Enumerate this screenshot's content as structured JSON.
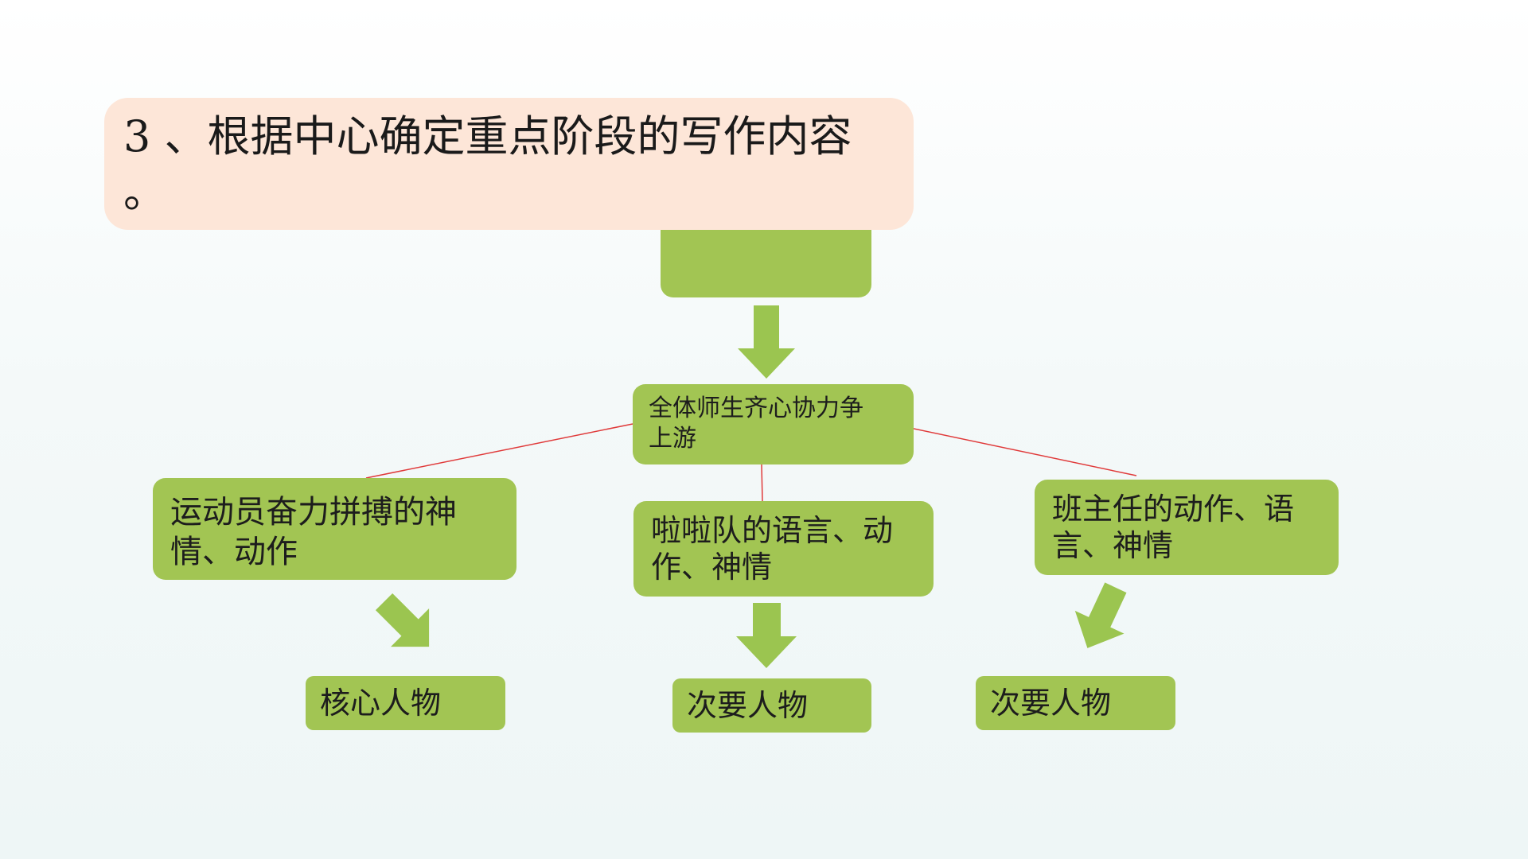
{
  "slide": {
    "title": "3 、根据中心确定重点阶段的写作内容\n。",
    "colors": {
      "box_green": "#a2c553",
      "arrow_green": "#9bc550",
      "title_bg": "#fde6d8",
      "connector_red": "#e03a3a"
    }
  },
  "diagram": {
    "center_node": "全体师生齐心协力争\n上游",
    "branches": [
      {
        "label": "运动员奋力拼搏的神\n情、动作",
        "result": "核心人物"
      },
      {
        "label": "啦啦队的语言、动\n作、神情",
        "result": "次要人物"
      },
      {
        "label": "班主任的动作、语\n言、神情",
        "result": "次要人物"
      }
    ]
  }
}
